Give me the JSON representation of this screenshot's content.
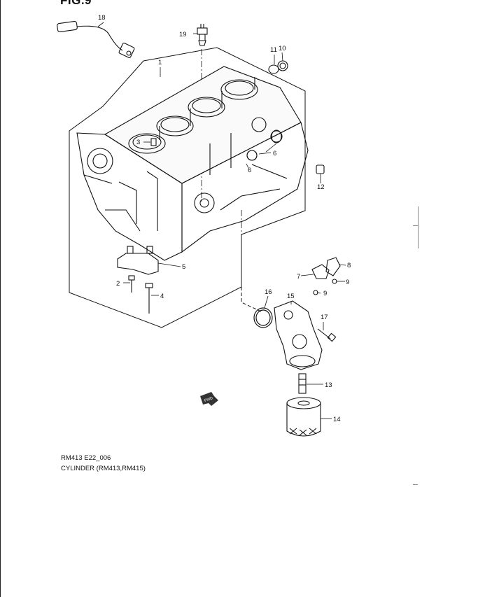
{
  "header": {
    "figure_label": "FIG.9"
  },
  "captions": {
    "code": "RM413 E22_006",
    "title": "CYLINDER (RM413,RM415)"
  },
  "callouts": [
    {
      "id": "c1",
      "text": "1"
    },
    {
      "id": "c2",
      "text": "2"
    },
    {
      "id": "c3",
      "text": "3"
    },
    {
      "id": "c4",
      "text": "4"
    },
    {
      "id": "c5",
      "text": "5"
    },
    {
      "id": "c6a",
      "text": "6"
    },
    {
      "id": "c6b",
      "text": "6"
    },
    {
      "id": "c7",
      "text": "7"
    },
    {
      "id": "c8",
      "text": "8"
    },
    {
      "id": "c9a",
      "text": "9"
    },
    {
      "id": "c9b",
      "text": "9"
    },
    {
      "id": "c10",
      "text": "10"
    },
    {
      "id": "c11",
      "text": "11"
    },
    {
      "id": "c12",
      "text": "12"
    },
    {
      "id": "c13",
      "text": "13"
    },
    {
      "id": "c14",
      "text": "14"
    },
    {
      "id": "c15",
      "text": "15"
    },
    {
      "id": "c16",
      "text": "16"
    },
    {
      "id": "c17",
      "text": "17"
    },
    {
      "id": "c18",
      "text": "18"
    },
    {
      "id": "c19",
      "text": "19"
    }
  ],
  "fwd_marker": "FWD"
}
